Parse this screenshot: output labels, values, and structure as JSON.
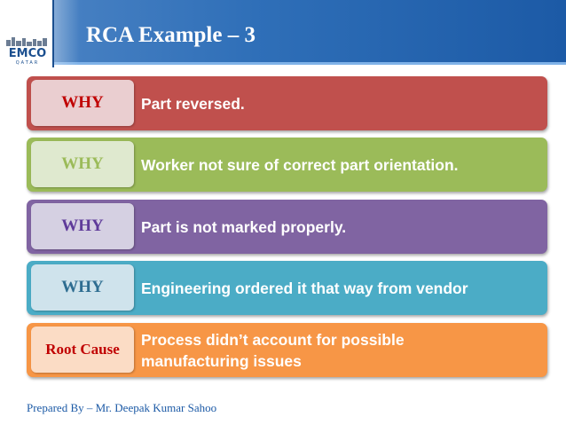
{
  "title": "RCA Example – 3",
  "logo": {
    "text": "EMCO",
    "subtext": "QATAR"
  },
  "rows": [
    {
      "label": "WHY",
      "text": "Part reversed.",
      "bg": "#c0504d",
      "tag_bg": "#eaced0",
      "tag_color": "#c00000"
    },
    {
      "label": "WHY",
      "text": "Worker not sure of correct part orientation.",
      "bg": "#9bbb59",
      "tag_bg": "#dfe9cf",
      "tag_color": "#9bbb59"
    },
    {
      "label": "WHY",
      "text": "Part is not marked properly.",
      "bg": "#8064a2",
      "tag_bg": "#d5d0e2",
      "tag_color": "#5f3b9a"
    },
    {
      "label": "WHY",
      "text": "Engineering ordered it that way from vendor",
      "bg": "#4bacc6",
      "tag_bg": "#cfe3ec",
      "tag_color": "#2e6d91"
    },
    {
      "label": "Root Cause",
      "text": "Process didn’t account for possible manufacturing issues",
      "bg": "#f79646",
      "tag_bg": "#fbdcc5",
      "tag_color": "#c00000"
    }
  ],
  "footer": "Prepared By – Mr. Deepak Kumar Sahoo"
}
